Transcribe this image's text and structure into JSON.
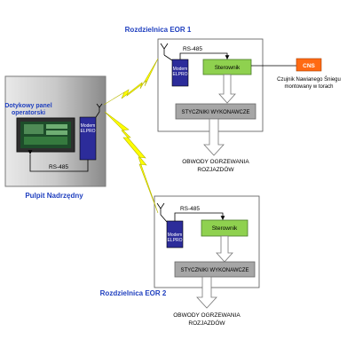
{
  "diagram": {
    "eor1_title": "Rozdzielnica EOR 1",
    "eor2_title": "Rozdzielnica EOR 2",
    "pulpit_title": "Pulpit Nadrzędny",
    "panel_label_line1": "Dotykowy panel",
    "panel_label_line2": "operatorski",
    "rs485_label": "RS-485",
    "modem_line1": "Modem",
    "modem_line2": "ELPRO",
    "sterownik_label": "Sterownik",
    "styczniki_label": "STYCZNIKI WYKONAWCZE",
    "obwody_line1": "OBWODY OGRZEWANIA",
    "obwody_line2": "ROZJAZDÓW",
    "cns_label": "CNS",
    "cns_desc_line1": "Czujnik Nawianego Śniegu",
    "cns_desc_line2": "montowany w torach"
  },
  "colors": {
    "title_blue": "#1f3fbf",
    "modem_fill": "#2c2c9a",
    "sterownik_fill": "#8fd14f",
    "styczniki_fill": "#a6a6a6",
    "cns_fill": "#ff6a13",
    "lightning": "#ffff00"
  }
}
